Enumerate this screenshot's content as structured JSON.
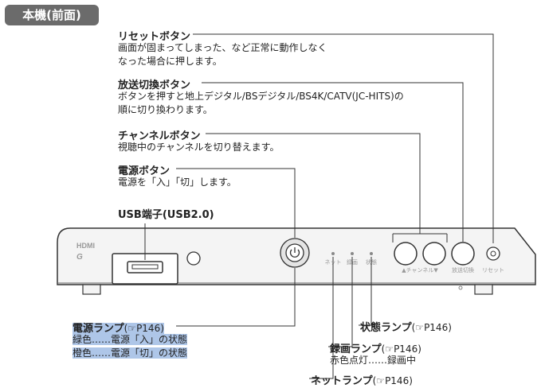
{
  "section_tag": "本機(前面)",
  "callouts": {
    "reset": {
      "title": "リセットボタン",
      "desc1": "画面が固まってしまった、など正常に動作しなく",
      "desc2": "なった場合に押します。"
    },
    "broadcast": {
      "title": "放送切換ボタン",
      "desc1": "ボタンを押すと地上デジタル/BSデジタル/BS4K/CATV(JC-HITS)の",
      "desc2": "順に切り換わります。"
    },
    "channel": {
      "title": "チャンネルボタン",
      "desc1": "視聴中のチャンネルを切り替えます。"
    },
    "power_button": {
      "title": "電源ボタン",
      "desc1": "電源を「入」「切」します。"
    },
    "usb": {
      "title": "USB端子(USB2.0)"
    },
    "power_lamp": {
      "title": "電源ランプ",
      "ref": "(☞P146)",
      "desc1": "緑色……電源「入」の状態",
      "desc2": "橙色……電源「切」の状態"
    },
    "status_lamp": {
      "title": "状態ランプ",
      "ref": "(☞P146)"
    },
    "rec_lamp": {
      "title": "録画ランプ",
      "ref": "(☞P146)",
      "desc1": "赤色点灯……録画中"
    },
    "net_lamp": {
      "title": "ネットランプ",
      "ref": "(☞P146)"
    }
  },
  "device": {
    "logo_hdmi": "HDMI",
    "logo_g": "G",
    "lamp_labels": [
      "ネット",
      "録画",
      "状態"
    ],
    "channel_label": "▲チャンネル▼",
    "broadcast_label": "放送切換",
    "reset_label": "リセット"
  }
}
